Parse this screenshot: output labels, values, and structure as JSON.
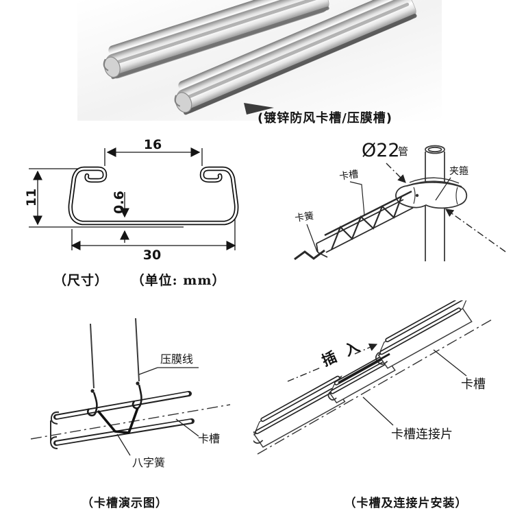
{
  "colors": {
    "ink": "#1a1a1a",
    "line_soft": "#3a3a3a",
    "metal_dark": "#8c8c8c",
    "metal_light": "#ffffff",
    "shadow": "#4a4a4a"
  },
  "photo": {
    "caption": "(镀锌防风卡槽/压膜槽)"
  },
  "cross_section": {
    "dim_opening": "16",
    "dim_height": "11",
    "dim_thickness": "0.6",
    "dim_width": "30",
    "caption_size": "（尺寸）",
    "caption_unit": "（单位: mm）"
  },
  "clamp_diagram": {
    "pipe_diameter": "Ø22",
    "pipe_word": "管",
    "channel_label": "卡槽",
    "spring_label": "卡簧",
    "clamp_label": "夹箍"
  },
  "demo_diagram": {
    "film_line_label": "压膜线",
    "channel_label": "卡槽",
    "spring_label": "八字簧",
    "caption": "（卡槽演示图）"
  },
  "connector_diagram": {
    "insert_label": "插 入",
    "channel_label": "卡槽",
    "connector_label": "卡槽连接片",
    "caption": "（卡槽及连接片安装）"
  }
}
